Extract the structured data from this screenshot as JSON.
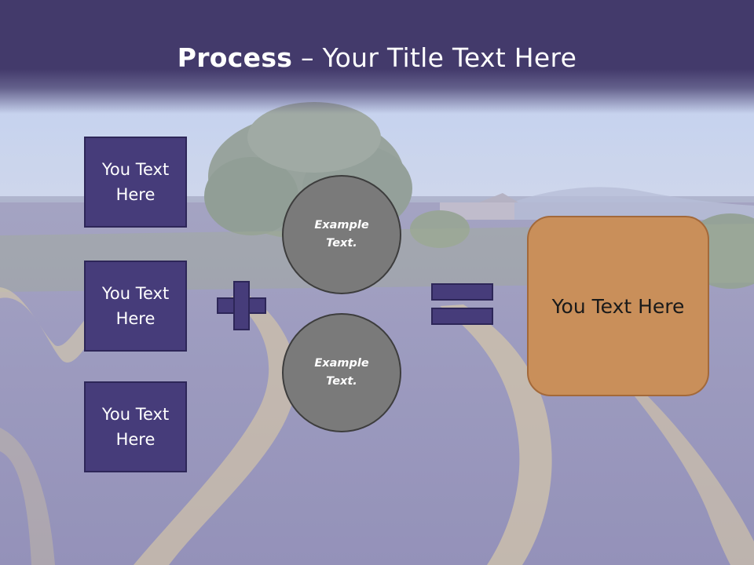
{
  "slide": {
    "title_bold": "Process",
    "title_rest": " – Your Title Text Here",
    "left_boxes": [
      {
        "label": "You Text Here"
      },
      {
        "label": "You Text Here"
      },
      {
        "label": "You Text Here"
      }
    ],
    "circles": [
      {
        "label": "Example Text."
      },
      {
        "label": "Example Text."
      }
    ],
    "result": {
      "label": "You Text Here"
    }
  },
  "colors": {
    "header": "#433a6b",
    "box_fill": "#463c7a",
    "box_border": "#2d2658",
    "circle_fill": "#7a7a7a",
    "result_fill": "#c98f5a",
    "result_border": "#a3693a"
  },
  "icons": {
    "operator_plus": "plus-icon",
    "operator_equals": "equals-icon"
  }
}
